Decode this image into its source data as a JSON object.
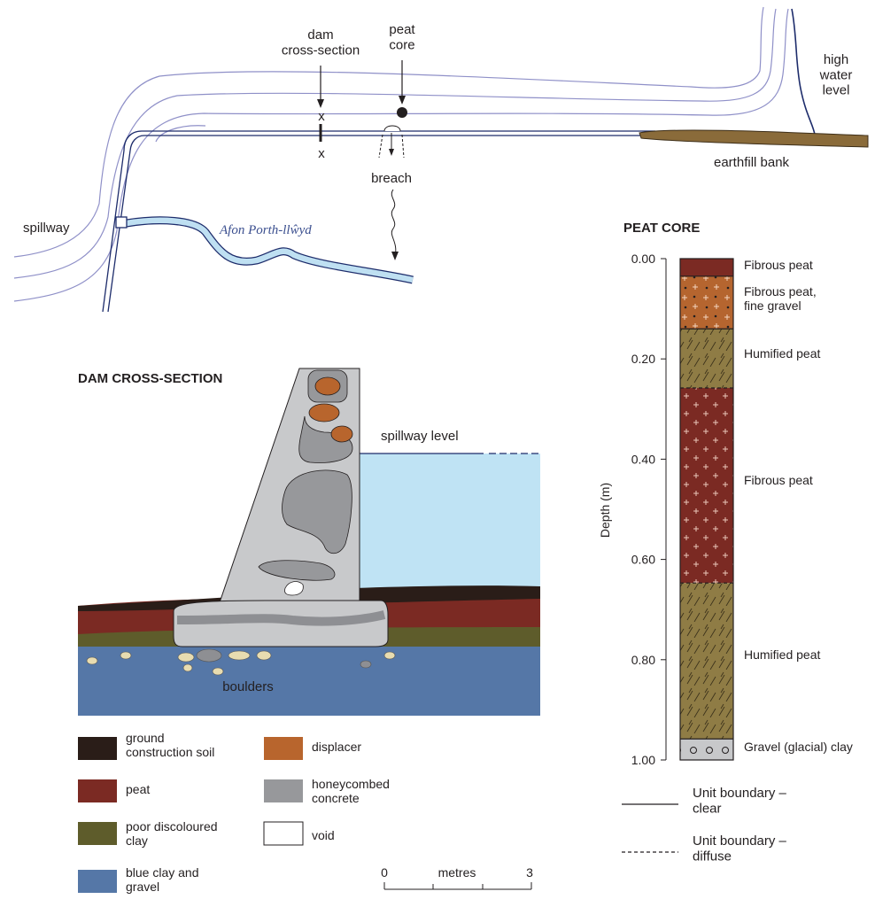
{
  "map": {
    "spillway": "spillway",
    "dam_section": "dam\ncross-section",
    "peat_core": "peat\ncore",
    "breach": "breach",
    "river": "Afon Porth-llŵyd",
    "high_water": "high\nwater\nlevel",
    "earthfill": "earthfill bank",
    "x_mark": "x"
  },
  "dam": {
    "title": "DAM CROSS-SECTION",
    "spillway_level": "spillway level",
    "boulders": "boulders"
  },
  "legend": [
    {
      "label": "ground\nconstruction soil",
      "color": "#2a1d18"
    },
    {
      "label": "peat",
      "color": "#7b2a23"
    },
    {
      "label": "poor discoloured\nclay",
      "color": "#5e5c2b"
    },
    {
      "label": "blue clay and\ngravel",
      "color": "#5577a7"
    },
    {
      "label": "displacer",
      "color": "#b8652d"
    },
    {
      "label": "honeycombed\nconcrete",
      "color": "#97989b"
    },
    {
      "label": "void",
      "color": "#ffffff"
    }
  ],
  "scale": {
    "start": "0",
    "label": "metres",
    "end": "3"
  },
  "core": {
    "title": "PEAT CORE",
    "axis_label": "Depth (m)",
    "ticks": [
      "0.00",
      "0.20",
      "0.40",
      "0.60",
      "0.80",
      "1.00"
    ],
    "units": [
      {
        "label": "Fibrous peat"
      },
      {
        "label": "Fibrous peat,\nfine gravel"
      },
      {
        "label": "Humified peat"
      },
      {
        "label": "Fibrous peat"
      },
      {
        "label": "Humified peat"
      },
      {
        "label": "Gravel (glacial) clay"
      }
    ],
    "boundaries": [
      {
        "label": "Unit boundary –\nclear"
      },
      {
        "label": "Unit boundary –\ndiffuse"
      }
    ]
  }
}
